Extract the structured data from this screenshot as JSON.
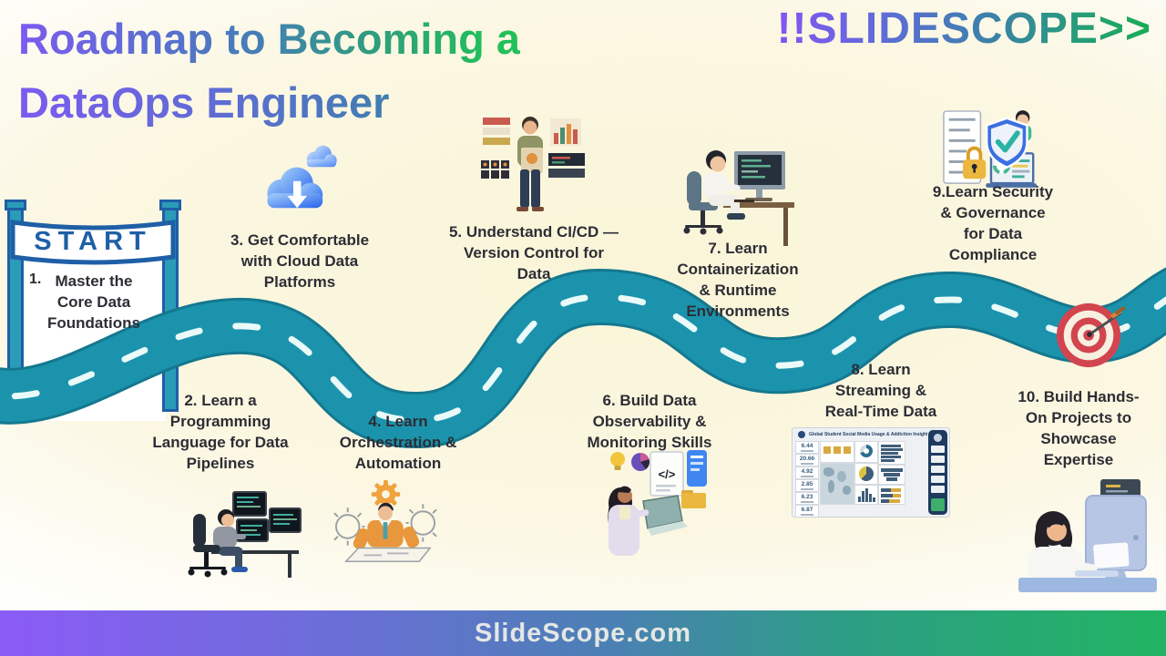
{
  "title": {
    "line1": "Roadmap to Becoming a",
    "line2": "DataOps Engineer"
  },
  "logo": {
    "text": "!!SLIDESCOPE>>"
  },
  "start_sign": {
    "label": "START"
  },
  "steps": [
    {
      "num": "1.",
      "lines": [
        "Master the",
        "Core Data",
        "Foundations"
      ]
    },
    {
      "lines": [
        "2. Learn a",
        "Programming",
        "Language for Data",
        "Pipelines"
      ]
    },
    {
      "lines": [
        "3. Get Comfortable",
        "with Cloud Data",
        "Platforms"
      ]
    },
    {
      "lines": [
        "4. Learn",
        "Orchestration &",
        "Automation"
      ]
    },
    {
      "lines": [
        "5. Understand CI/CD —",
        "Version Control for",
        "Data"
      ]
    },
    {
      "lines": [
        "6. Build Data",
        "Observability &",
        "Monitoring Skills"
      ]
    },
    {
      "lines": [
        "7. Learn",
        "Containerization",
        "& Runtime",
        "Environments"
      ]
    },
    {
      "lines": [
        "8. Learn",
        "Streaming &",
        "Real-Time Data"
      ],
      "dashboard": {
        "title": "Global Student Social Media Usage & Addiction Insights",
        "kpis": [
          "6.44",
          "20.66",
          "4.92",
          "2.85",
          "6.23",
          "6.87"
        ]
      }
    },
    {
      "lines": [
        "9.Learn Security",
        "& Governance",
        "for Data",
        "Compliance"
      ]
    },
    {
      "lines": [
        "10. Build Hands-",
        "On Projects to",
        "Showcase",
        "Expertise"
      ]
    }
  ],
  "footer": {
    "text": "SlideScope.com"
  },
  "colors": {
    "road": "#1a8ba4",
    "road_edge": "#14788f",
    "road_dash": "#eafaf8",
    "start_blue": "#1f5fa6",
    "start_teal": "#2a9cb8",
    "title_purple": "#7c5bf0",
    "title_blue": "#4b7fb5",
    "title_green": "#22c05a",
    "footer_purple": "#8b5bf7",
    "footer_green": "#22b463",
    "background_cream": "#faf5da",
    "target_red": "#d2454f"
  }
}
